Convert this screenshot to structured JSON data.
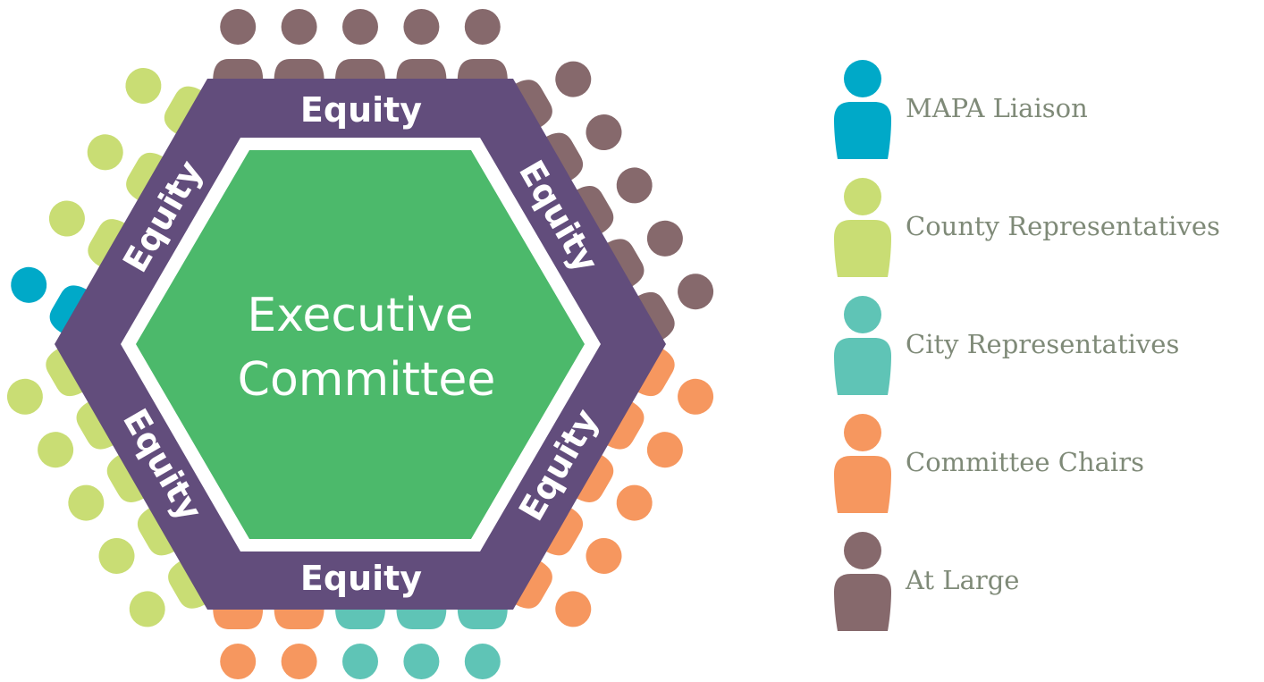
{
  "colors": {
    "mapa_liaison": "#00a9c8",
    "county_representatives": "#c9dd74",
    "city_representatives": "#5fc4b6",
    "committee_chairs": "#f6975f",
    "at_large": "#86696c",
    "equity_ring": "#624d7c",
    "center": "#4cb96b"
  },
  "center": {
    "line1": "Executive",
    "line2": "Committee"
  },
  "ring": {
    "top": "Equity",
    "upper_left": "Equity",
    "upper_right": "Equity",
    "lower_left": "Equity",
    "lower_right": "Equity",
    "bottom": "Equity"
  },
  "legend": [
    {
      "role": "mapa_liaison",
      "label": "MAPA Liaison",
      "icon": "person-icon"
    },
    {
      "role": "county_representatives",
      "label": "County Representatives",
      "icon": "person-icon"
    },
    {
      "role": "city_representatives",
      "label": "City Representatives",
      "icon": "person-icon"
    },
    {
      "role": "committee_chairs",
      "label": "Committee Chairs",
      "icon": "person-icon"
    },
    {
      "role": "at_large",
      "label": "At Large",
      "icon": "person-icon"
    }
  ],
  "seats": {
    "top": [
      "at_large",
      "at_large",
      "at_large",
      "at_large",
      "at_large"
    ],
    "upper_left": [
      "mapa_liaison",
      "county_representatives",
      "county_representatives",
      "county_representatives"
    ],
    "upper_right": [
      "at_large",
      "at_large",
      "at_large",
      "at_large",
      "at_large"
    ],
    "lower_left": [
      "county_representatives",
      "county_representatives",
      "county_representatives",
      "county_representatives",
      "county_representatives"
    ],
    "lower_right": [
      "committee_chairs",
      "committee_chairs",
      "committee_chairs",
      "committee_chairs",
      "committee_chairs"
    ],
    "bottom": [
      "city_representatives",
      "city_representatives",
      "city_representatives",
      "committee_chairs",
      "committee_chairs"
    ]
  }
}
